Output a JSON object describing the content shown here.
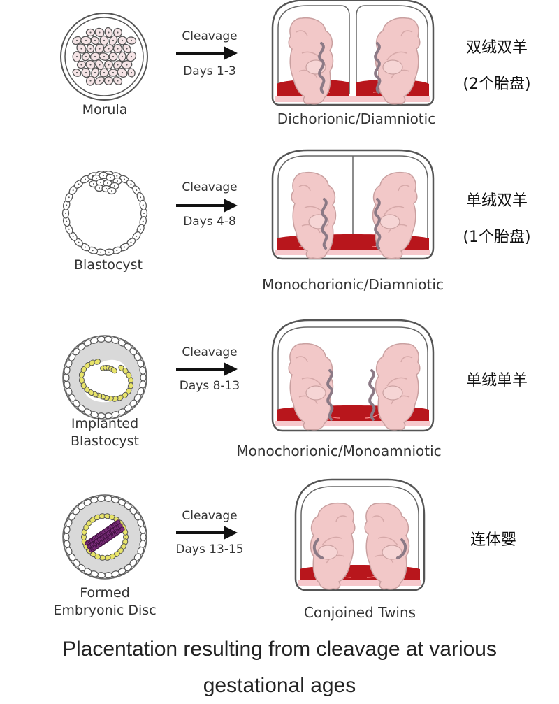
{
  "rows": [
    {
      "stage": "Morula",
      "cleavage": "Cleavage",
      "days": "Days 1-3",
      "type": "Dichorionic/Diamniotic",
      "cn_line1": "双绒双羊",
      "cn_line2": "(2个胎盘)"
    },
    {
      "stage": "Blastocyst",
      "cleavage": "Cleavage",
      "days": "Days 4-8",
      "type": "Monochorionic/Diamniotic",
      "cn_line1": "单绒双羊",
      "cn_line2": "(1个胎盘)"
    },
    {
      "stage_line1": "Implanted",
      "stage_line2": "Blastocyst",
      "cleavage": "Cleavage",
      "days": "Days 8-13",
      "type": "Monochorionic/Monoamniotic",
      "cn_line1": "单绒单羊"
    },
    {
      "stage_line1": "Formed",
      "stage_line2": "Embryonic Disc",
      "cleavage": "Cleavage",
      "days": "Days 13-15",
      "type": "Conjoined Twins",
      "cn_line1": "连体婴"
    }
  ],
  "caption": {
    "line1": "Placentation resulting from cleavage at various",
    "line2": "gestational ages"
  },
  "colors": {
    "fetus": "#f2c8c8",
    "fetus_outline": "#c9a0a0",
    "placenta": "#b8161c",
    "cord": "#8c7a86",
    "sac_outline": "#666666",
    "cell_fill": "#f5e4e6",
    "implant_bg": "#d9d9d9",
    "yellow_ring": "#e8e46a",
    "disc_purple": "#7a2d7a"
  }
}
